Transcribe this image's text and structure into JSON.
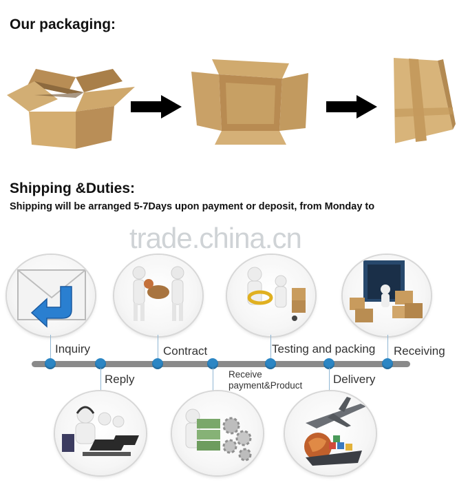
{
  "packaging": {
    "title": "Our packaging:",
    "stages": [
      "open-box",
      "flat-top-box",
      "sealed-box"
    ]
  },
  "shipping": {
    "title": "Shipping &Duties:",
    "note": "Shipping will be arranged 5-7Days upon payment or deposit, from Monday to"
  },
  "watermark": "trade.china.cn",
  "process": {
    "top_steps": [
      {
        "label": "Inquiry",
        "icon": "envelope-icon"
      },
      {
        "label": "Contract",
        "icon": "handshake-figures-icon"
      },
      {
        "label": "Testing and packing",
        "icon": "testing-packing-icon"
      },
      {
        "label": "Receiving",
        "icon": "container-boxes-icon"
      }
    ],
    "bottom_steps": [
      {
        "label": "Reply",
        "icon": "customer-service-icon"
      },
      {
        "label": "Receive",
        "label2": "payment&Product",
        "icon": "money-gears-icon"
      },
      {
        "label": "Delivery",
        "icon": "airplane-globe-icon"
      }
    ]
  },
  "colors": {
    "timeline": "#8a8a8a",
    "dot": "#2c86c4",
    "cardboard": "#c9a46a"
  }
}
